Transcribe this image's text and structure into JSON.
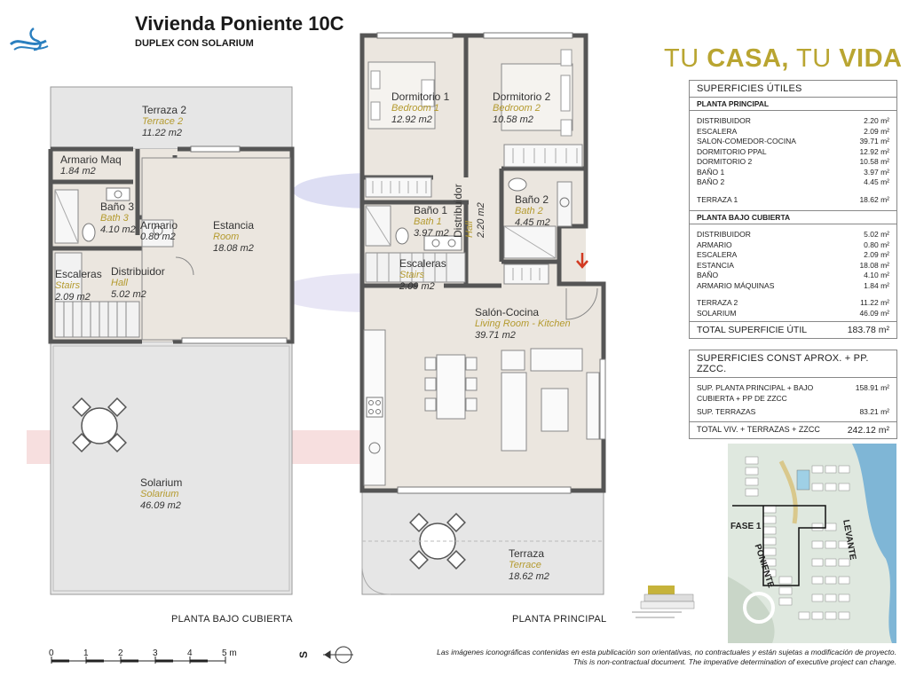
{
  "header": {
    "title": "Vivienda Poniente 10C",
    "subtitle": "DUPLEX CON SOLARIUM",
    "slogan_a": "TU ",
    "slogan_b": "CASA,",
    "slogan_c": " TU ",
    "slogan_d": "VIDA"
  },
  "rooms": {
    "terraza2": {
      "name": "Terraza 2",
      "en": "Terrace 2",
      "area": "11.22 m2"
    },
    "armario_maq": {
      "name": "Armario Maq",
      "area": "1.84 m2"
    },
    "bano3": {
      "name": "Baño 3",
      "en": "Bath 3",
      "area": "4.10 m2"
    },
    "armario": {
      "name": "Armario",
      "area": "0.80 m2"
    },
    "estancia": {
      "name": "Estancia",
      "en": "Room",
      "area": "18.08 m2"
    },
    "escaleras_u": {
      "name": "Escaleras",
      "en": "Stairs",
      "area": "2.09 m2"
    },
    "distribuidor_u": {
      "name": "Distribuidor",
      "en": "Hall",
      "area": "5.02 m2"
    },
    "solarium": {
      "name": "Solarium",
      "en": "Solarium",
      "area": "46.09 m2"
    },
    "dormitorio1": {
      "name": "Dormitorio 1",
      "en": "Bedroom 1",
      "area": "12.92 m2"
    },
    "dormitorio2": {
      "name": "Dormitorio 2",
      "en": "Bedroom 2",
      "area": "10.58 m2"
    },
    "bano1": {
      "name": "Baño 1",
      "en": "Bath 1",
      "area": "3.97 m2"
    },
    "distribuidor_p": {
      "name": "Distribuidor",
      "en": "Hall",
      "area": "2.20 m2"
    },
    "bano2": {
      "name": "Baño 2",
      "en": "Bath 2",
      "area": "4.45 m2"
    },
    "escaleras_p": {
      "name": "Escaleras",
      "en": "Stairs",
      "area": "2.09 m2"
    },
    "salon": {
      "name": "Salón-Cocina",
      "en": "Living Room - Kitchen",
      "area": "39.71 m2"
    },
    "terraza": {
      "name": "Terraza",
      "en": "Terrace",
      "area": "18.62 m2"
    }
  },
  "plans": {
    "upper": "PLANTA BAJO CUBIERTA",
    "main": "PLANTA PRINCIPAL"
  },
  "table": {
    "header": "SUPERFICIES ÚTILES",
    "sec1": "PLANTA PRINCIPAL",
    "rows1": [
      [
        "DISTRIBUIDOR",
        "2.20 m²"
      ],
      [
        "ESCALERA",
        "2.09 m²"
      ],
      [
        "SALON-COMEDOR-COCINA",
        "39.71 m²"
      ],
      [
        "DORMITORIO PPAL",
        "12.92 m²"
      ],
      [
        "DORMITORIO 2",
        "10.58 m²"
      ],
      [
        "BAÑO 1",
        "3.97 m²"
      ],
      [
        "BAÑO 2",
        "4.45 m²"
      ]
    ],
    "terr1": [
      "TERRAZA 1",
      "18.62 m²"
    ],
    "sec2": "PLANTA BAJO CUBIERTA",
    "rows2": [
      [
        "DISTRIBUIDOR",
        "5.02 m²"
      ],
      [
        "ARMARIO",
        "0.80 m²"
      ],
      [
        "ESCALERA",
        "2.09 m²"
      ],
      [
        "ESTANCIA",
        "18.08 m²"
      ],
      [
        "BAÑO",
        "4.10 m²"
      ],
      [
        "ARMARIO MÁQUINAS",
        "1.84 m²"
      ]
    ],
    "terr2": [
      [
        "TERRAZA 2",
        "11.22 m²"
      ],
      [
        "SOLARIUM",
        "46.09 m²"
      ]
    ],
    "total": [
      "TOTAL SUPERFICIE ÚTIL",
      "183.78 m²"
    ],
    "header2": "SUPERFICIES CONST APROX. + PP. ZZCC.",
    "rows3": [
      [
        "SUP. PLANTA PRINCIPAL + BAJO",
        "158.91 m²"
      ],
      [
        "CUBIERTA + PP DE ZZCC",
        ""
      ],
      [
        "SUP. TERRAZAS",
        "83.21 m²"
      ]
    ],
    "total2": [
      "TOTAL VIV. + TERRAZAS + ZZCC",
      "242.12 m²"
    ]
  },
  "map": {
    "fase": "FASE 1",
    "poniente": "PONIENTE",
    "levante": "LEVANTE"
  },
  "scale": {
    "ticks": [
      "0",
      "1",
      "2",
      "3",
      "4",
      "5 m"
    ],
    "south": "S"
  },
  "notes": {
    "es": "Las imágenes iconográficas contenidas en esta publicación son orientativas, no contractuales y están sujetas a modificación de proyecto.",
    "en": "This is non-contractual document. The imperative determination of executive project can change."
  },
  "colors": {
    "gold": "#b9a531",
    "wall": "#555555",
    "floor": "#ebe6df",
    "terrace": "#e6e6e6"
  }
}
